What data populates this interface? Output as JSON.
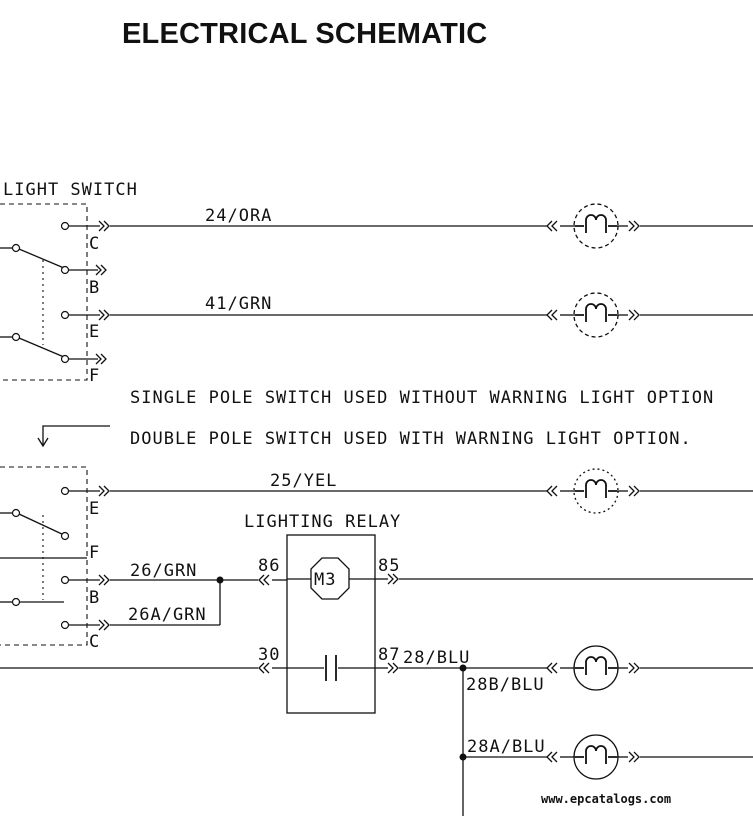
{
  "title": "ELECTRICAL SCHEMATIC",
  "light_switch": {
    "label": "LIGHT SWITCH",
    "terminals_top": [
      "C",
      "B",
      "E",
      "F"
    ],
    "terminals_bottom": [
      "E",
      "F",
      "B",
      "C"
    ]
  },
  "wires": {
    "w1": "24/ORA",
    "w2": "41/GRN",
    "w3": "25/YEL",
    "w4": "26/GRN",
    "w5": "26A/GRN",
    "w6": "28/BLU",
    "w7": "28B/BLU",
    "w8": "28A/BLU"
  },
  "notes": {
    "single": "SINGLE POLE SWITCH USED WITHOUT WARNING LIGHT OPTION",
    "double": "DOUBLE POLE SWITCH USED WITH WARNING LIGHT OPTION."
  },
  "relay": {
    "label": "LIGHTING RELAY",
    "coil": "M3",
    "pins": [
      "86",
      "85",
      "30",
      "87"
    ]
  },
  "watermark": "www.epcatalogs.com"
}
